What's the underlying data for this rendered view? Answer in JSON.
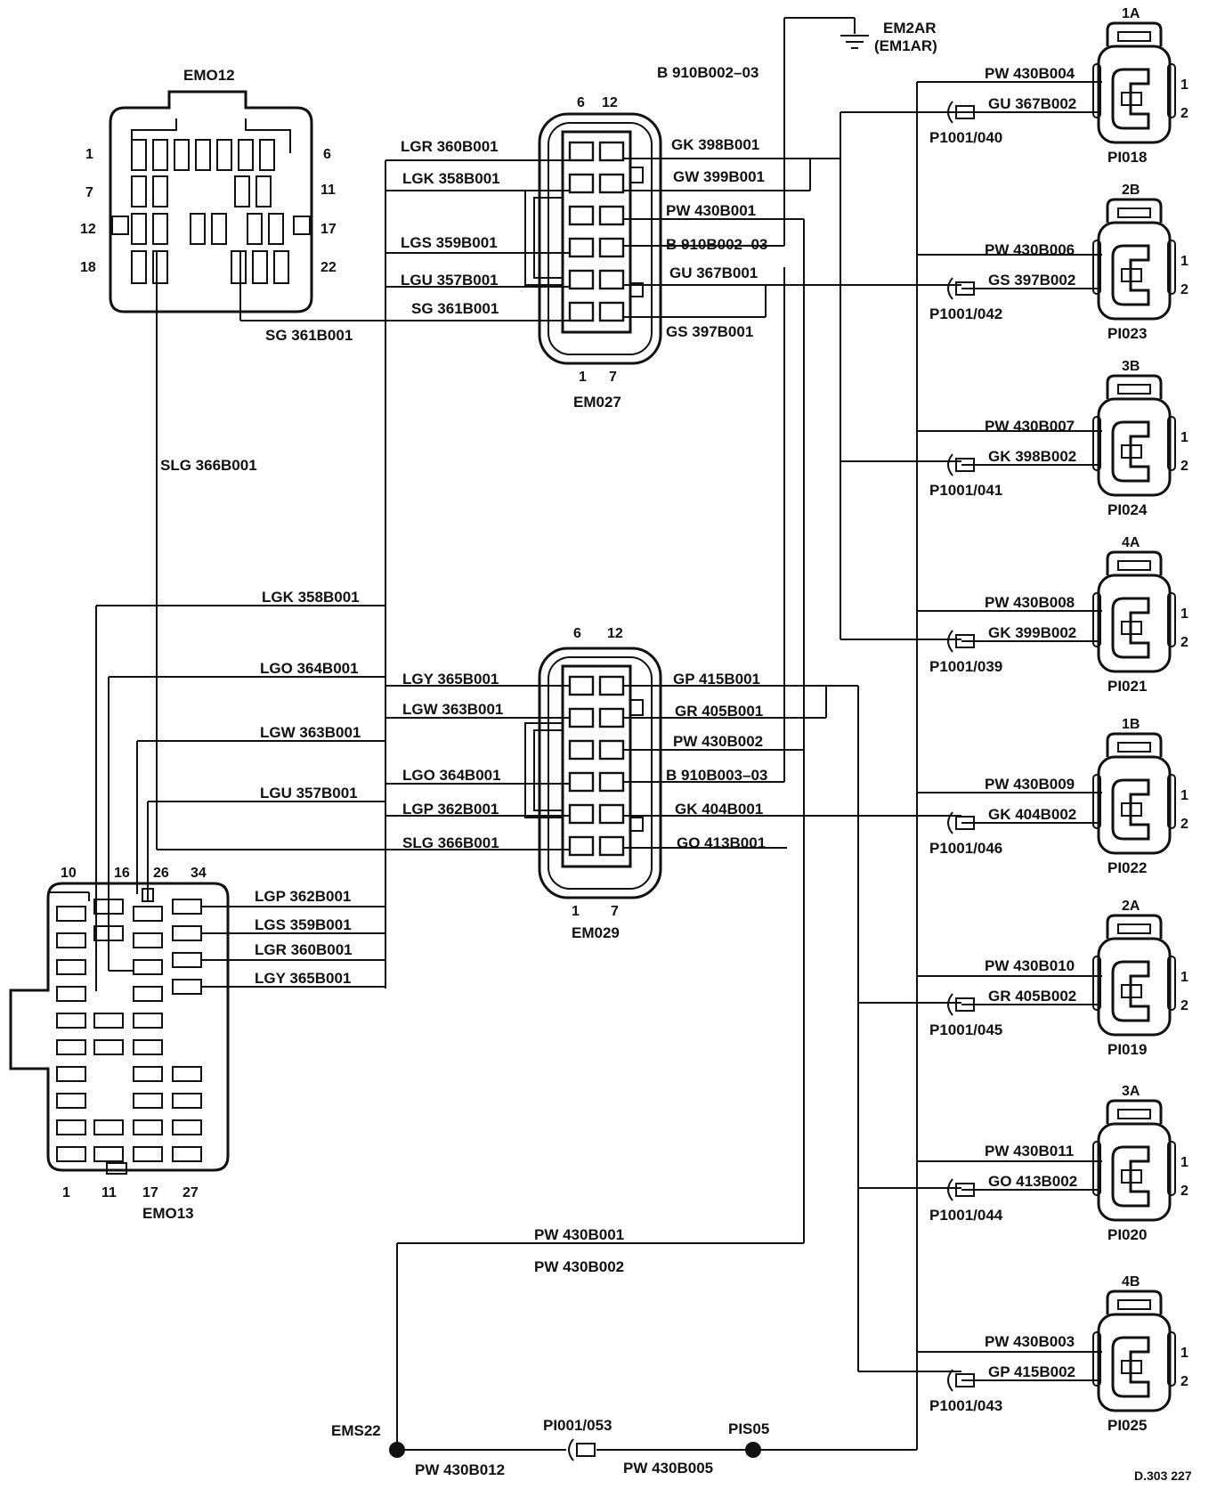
{
  "figure_ref": "D.303 227",
  "ground": {
    "label_main": "EM2AR",
    "label_alt": "(EM1AR)",
    "wire_label": "B 910B002–03"
  },
  "emo12": {
    "title": "EMO12",
    "pins": {
      "p1": "1",
      "p6": "6",
      "p7": "7",
      "p11": "11",
      "p12": "12",
      "p17": "17",
      "p18": "18",
      "p22": "22"
    },
    "wire_label": "SG 361B001"
  },
  "emo13": {
    "title": "EMO13",
    "pins_top": [
      "10",
      "16",
      "26",
      "34"
    ],
    "pins_bottom": [
      "1",
      "11",
      "17",
      "27"
    ],
    "right_labels": [
      "LGP 362B001",
      "LGS 359B001",
      "LGR 360B001",
      "LGY 365B001"
    ]
  },
  "slg_label": "SLG 366B001",
  "em027": {
    "title": "EM027",
    "top_pins": [
      "6",
      "12"
    ],
    "bottom_pins": [
      "1",
      "7"
    ],
    "left_labels": [
      "LGR 360B001",
      "LGK 358B001",
      "LGS 359B001",
      "LGU 357B001",
      "SG 361B001"
    ],
    "right_labels": [
      "GK 398B001",
      "GW 399B001",
      "PW 430B001",
      "B 910B002–03",
      "GU 367B001",
      "GS 397B001"
    ]
  },
  "em029": {
    "title": "EM029",
    "top_pins": [
      "6",
      "12"
    ],
    "bottom_pins": [
      "1",
      "7"
    ],
    "left_labels": [
      "LGY 365B001",
      "LGW 363B001",
      "LGO 364B001",
      "LGP 362B001",
      "SLG 366B001"
    ],
    "right_labels": [
      "GP 415B001",
      "GR 405B001",
      "PW 430B002",
      "B 910B003–03",
      "GK 404B001",
      "GO 413B001"
    ]
  },
  "mid_labels": [
    "LGK 358B001",
    "LGO 364B001",
    "LGW 363B001",
    "LGU 357B001"
  ],
  "bottom": {
    "pw1": "PW 430B001",
    "pw2": "PW 430B002",
    "ems22": "EMS22",
    "pis05": "PIS05",
    "pi001": "PI001/053",
    "pw12": "PW 430B012",
    "pw05": "PW 430B005"
  },
  "injectors": [
    {
      "top": "1A",
      "name": "PI018",
      "pin1": "1",
      "pin2": "2",
      "pw": "PW 430B004",
      "sig": "GU 367B002",
      "ref": "P1001/040"
    },
    {
      "top": "2B",
      "name": "PI023",
      "pin1": "1",
      "pin2": "2",
      "pw": "PW 430B006",
      "sig": "GS 397B002",
      "ref": "P1001/042"
    },
    {
      "top": "3B",
      "name": "PI024",
      "pin1": "1",
      "pin2": "2",
      "pw": "PW 430B007",
      "sig": "GK 398B002",
      "ref": "P1001/041"
    },
    {
      "top": "4A",
      "name": "PI021",
      "pin1": "1",
      "pin2": "2",
      "pw": "PW 430B008",
      "sig": "GK 399B002",
      "ref": "P1001/039"
    },
    {
      "top": "1B",
      "name": "PI022",
      "pin1": "1",
      "pin2": "2",
      "pw": "PW 430B009",
      "sig": "GK 404B002",
      "ref": "P1001/046"
    },
    {
      "top": "2A",
      "name": "PI019",
      "pin1": "1",
      "pin2": "2",
      "pw": "PW 430B010",
      "sig": "GR 405B002",
      "ref": "P1001/045"
    },
    {
      "top": "3A",
      "name": "PI020",
      "pin1": "1",
      "pin2": "2",
      "pw": "PW 430B011",
      "sig": "GO 413B002",
      "ref": "P1001/044"
    },
    {
      "top": "4B",
      "name": "PI025",
      "pin1": "1",
      "pin2": "2",
      "pw": "PW 430B003",
      "sig": "GP 415B002",
      "ref": "P1001/043"
    }
  ]
}
